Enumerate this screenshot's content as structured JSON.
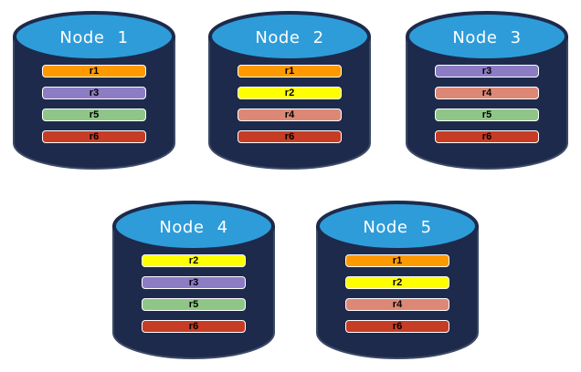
{
  "canvas": {
    "background": "#FFFFFF"
  },
  "colors": {
    "cylinder_body": "#1D2A4B",
    "cylinder_edge": "#3C4A66",
    "cylinder_top": "#2E9CD9",
    "cylinder_top_border": "#1D2A4B",
    "node_title_text": "#FFFFFF",
    "partition_text": "#000000",
    "partition_border": "#FFFFFF"
  },
  "nodes": [
    {
      "label": "Node 1",
      "partitions": [
        {
          "id": "r1",
          "label": "r1",
          "color": "#FF9900"
        },
        {
          "id": "r3",
          "label": "r3",
          "color": "#8C7CC4"
        },
        {
          "id": "r5",
          "label": "r5",
          "color": "#8FC687"
        },
        {
          "id": "r6",
          "label": "r6",
          "color": "#C63C24"
        }
      ]
    },
    {
      "label": "Node 2",
      "partitions": [
        {
          "id": "r1",
          "label": "r1",
          "color": "#FF9900"
        },
        {
          "id": "r2",
          "label": "r2",
          "color": "#FFFF00"
        },
        {
          "id": "r4",
          "label": "r4",
          "color": "#DD8876"
        },
        {
          "id": "r6",
          "label": "r6",
          "color": "#C63C24"
        }
      ]
    },
    {
      "label": "Node 3",
      "partitions": [
        {
          "id": "r3",
          "label": "r3",
          "color": "#8C7CC4"
        },
        {
          "id": "r4",
          "label": "r4",
          "color": "#DD8876"
        },
        {
          "id": "r5",
          "label": "r5",
          "color": "#8FC687"
        },
        {
          "id": "r6",
          "label": "r6",
          "color": "#C63C24"
        }
      ]
    },
    {
      "label": "Node 4",
      "partitions": [
        {
          "id": "r2",
          "label": "r2",
          "color": "#FFFF00"
        },
        {
          "id": "r3",
          "label": "r3",
          "color": "#8C7CC4"
        },
        {
          "id": "r5",
          "label": "r5",
          "color": "#8FC687"
        },
        {
          "id": "r6",
          "label": "r6",
          "color": "#C63C24"
        }
      ]
    },
    {
      "label": "Node 5",
      "partitions": [
        {
          "id": "r1",
          "label": "r1",
          "color": "#FF9900"
        },
        {
          "id": "r2",
          "label": "r2",
          "color": "#FFFF00"
        },
        {
          "id": "r4",
          "label": "r4",
          "color": "#DD8876"
        },
        {
          "id": "r6",
          "label": "r6",
          "color": "#C63C24"
        }
      ]
    }
  ]
}
